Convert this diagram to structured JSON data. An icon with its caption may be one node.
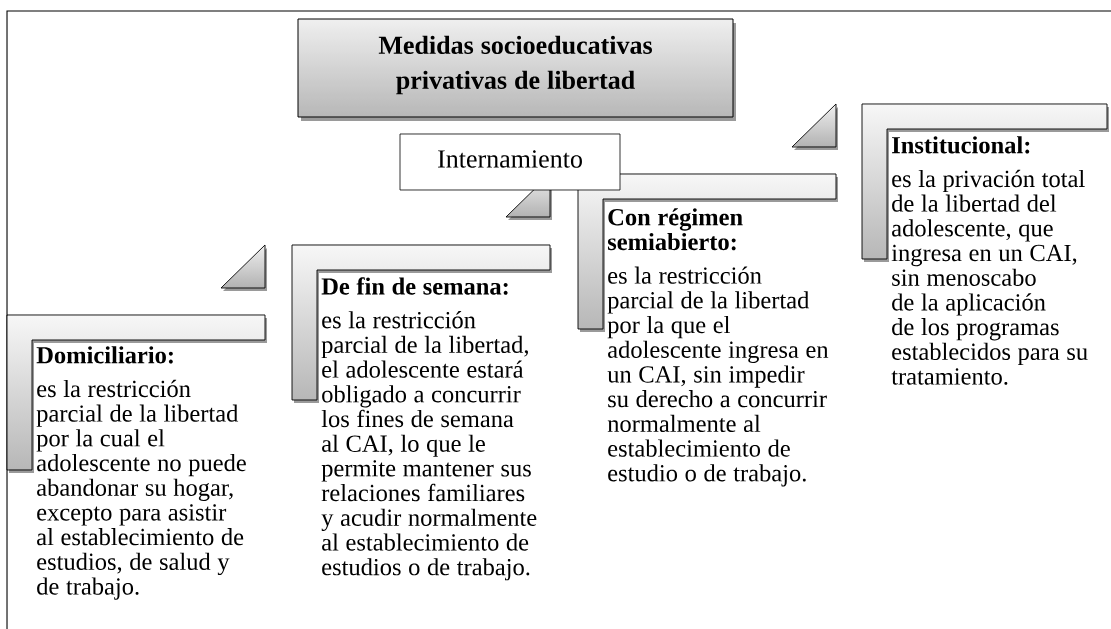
{
  "diagram": {
    "nodes": [
      {
        "text": [
          "Medidas socioeducativas privativas de libertad"
        ]
      },
      {
        "text": [
          "Internamiento"
        ]
      },
      {
        "text": [
          "Domiciliario:",
          "es la restricción parcial de la libertad por la cual el adolescente no puede abandonar su hogar, excepto para asistir al establecimiento de estudios, de salud y de trabajo."
        ]
      },
      {
        "text": [
          "De fin de semana:",
          "es la restricción parcial de la libertad, el adolescente estará obligado a concurrir los fines de semana al CAI, lo que le permite mantener sus relaciones familiares y acudir normalmente al establecimiento de estudios o de trabajo."
        ]
      },
      {
        "text": [
          "Con régimen semiabierto:",
          "es la restricción parcial de la libertad por la que el adolescente ingresa en un CAI, sin impedir su derecho a concurrir normalmente al establecimiento de estudio o de trabajo."
        ]
      },
      {
        "text": [
          "Institucional:",
          "es la privación total de la libertad del adolescente, que ingresa en un CAI, sin menoscabo de la aplicación de los programas establecidos para su tratamiento."
        ]
      }
    ]
  }
}
